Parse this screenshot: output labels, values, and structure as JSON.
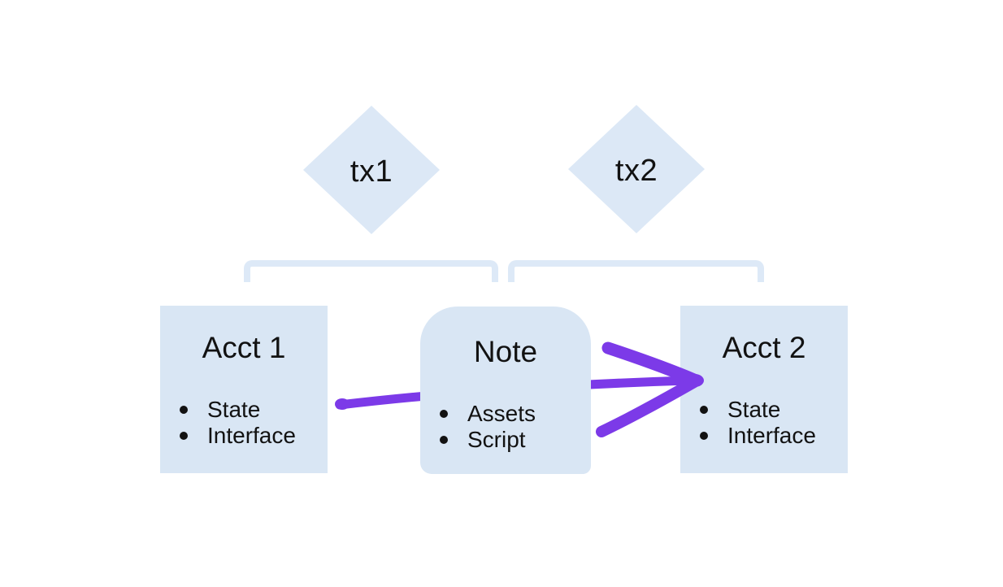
{
  "diagram": {
    "diamonds": [
      {
        "label": "tx1"
      },
      {
        "label": "tx2"
      }
    ],
    "boxes": [
      {
        "title": "Acct 1",
        "items": [
          "State",
          "Interface"
        ]
      },
      {
        "title": "Note",
        "items": [
          "Assets",
          "Script"
        ]
      },
      {
        "title": "Acct 2",
        "items": [
          "State",
          "Interface"
        ]
      }
    ],
    "colors": {
      "shape_fill": "#d9e6f4",
      "diamond_fill": "#dce8f6",
      "bracket": "#dde9f7",
      "arrow": "#7c3ae8",
      "text": "#121212",
      "background": "#ffffff"
    }
  }
}
